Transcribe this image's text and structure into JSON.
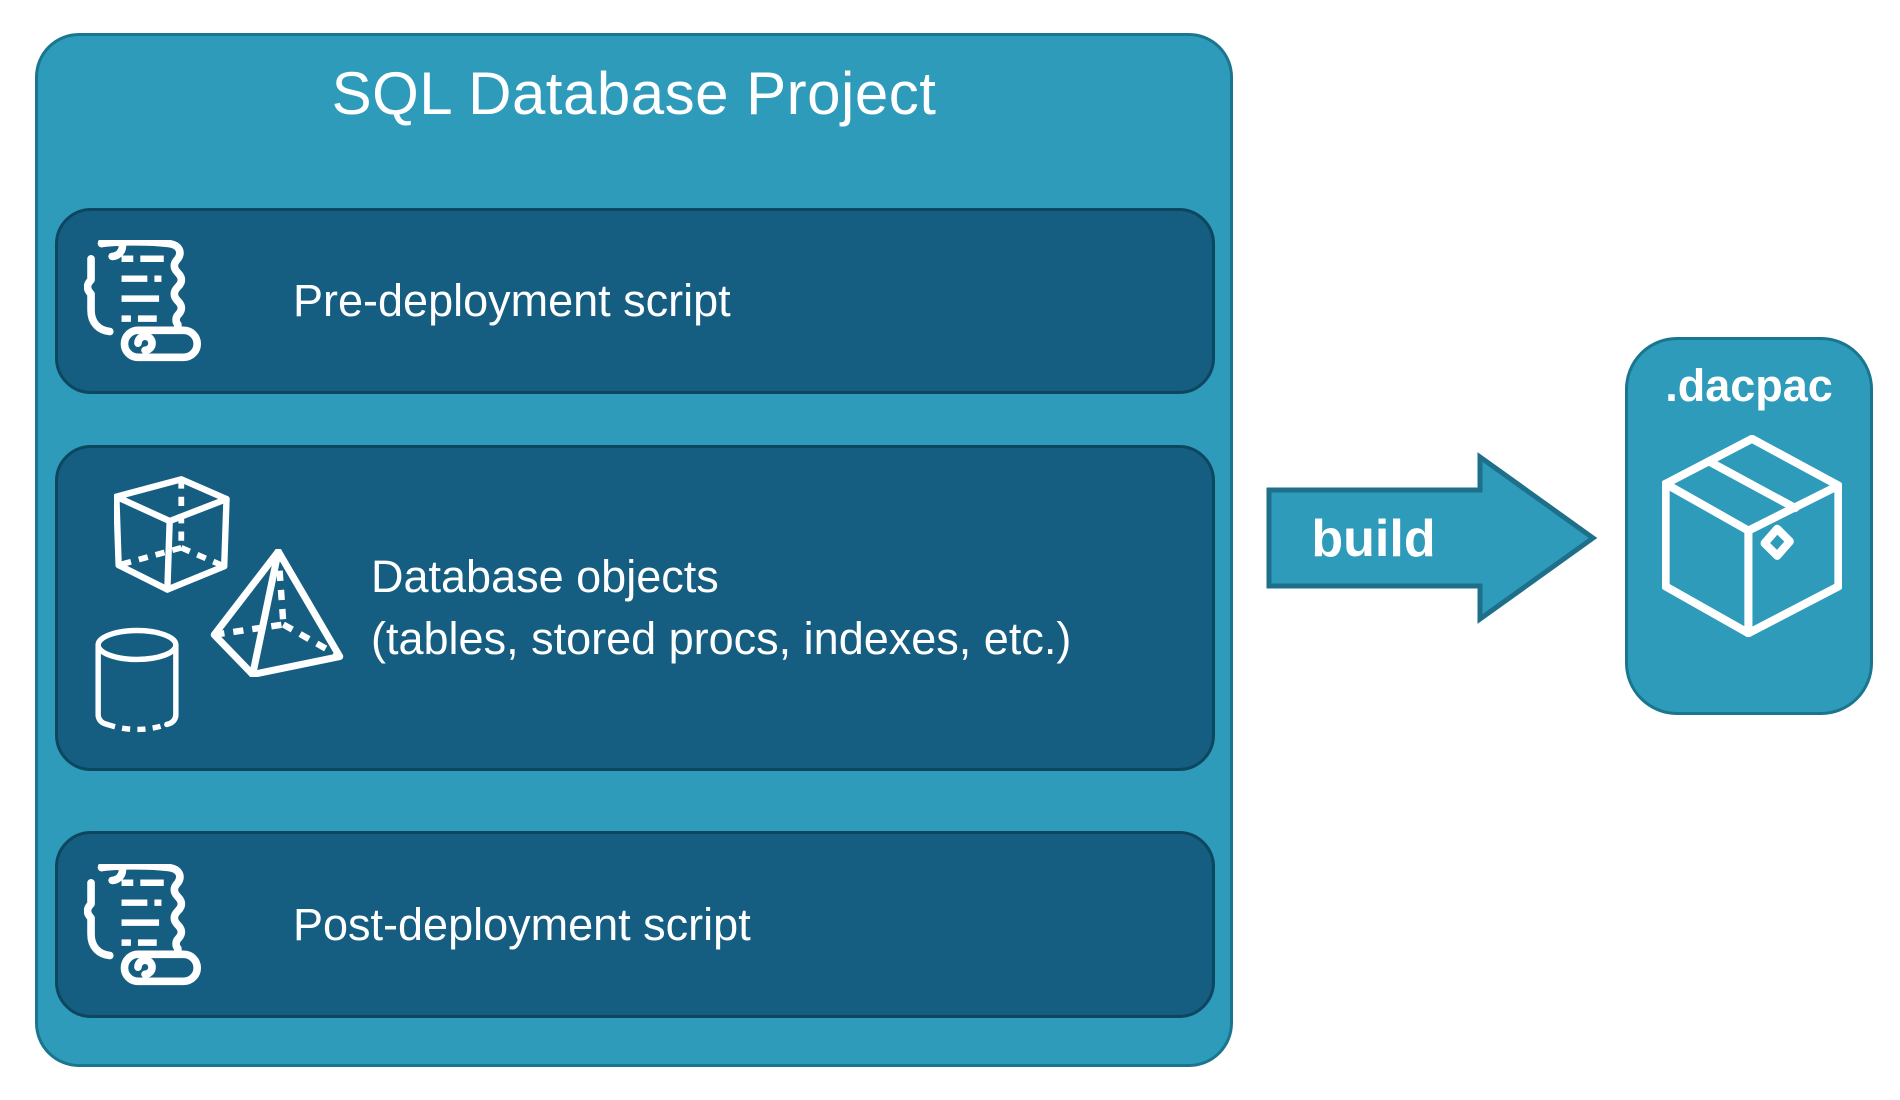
{
  "colors": {
    "outer_bg": "#2E9BBA",
    "outer_border": "#1A768F",
    "inner_bg": "#155E81",
    "inner_border": "#0D475F",
    "text": "#FFFFFF",
    "page_bg": "#FFFFFF"
  },
  "project": {
    "title": "SQL Database Project",
    "boxes": [
      {
        "label": "Pre-deployment script",
        "icon": "scroll-icon"
      },
      {
        "label": "Database objects",
        "sublabel": "(tables, stored procs, indexes, etc.)",
        "icons": [
          "cube-icon",
          "pyramid-icon",
          "cylinder-icon"
        ]
      },
      {
        "label": "Post-deployment script",
        "icon": "scroll-icon"
      }
    ]
  },
  "arrow": {
    "label": "build",
    "direction": "right"
  },
  "output": {
    "label": ".dacpac",
    "icon": "package-icon"
  }
}
